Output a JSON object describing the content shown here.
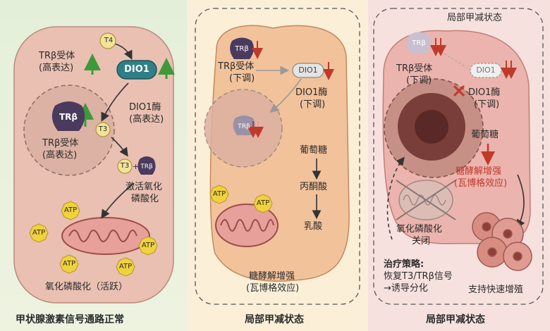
{
  "panel_normal": {
    "caption": "甲状腺激素信号通路正常",
    "receptor_label": "TRβ受体\n(高表达)",
    "receptor_label_l1": "TRβ受体",
    "receptor_label_l2": "(高表达)",
    "t4": "T4",
    "dio1": "DIO1",
    "dio1_enzyme_l1": "DIO1酶",
    "dio1_enzyme_l2": "(高表达)",
    "nucleus_trb": "TRβ",
    "t3": "T3",
    "nucleus_label_l1": "TRβ受体",
    "nucleus_label_l2": "(高表达)",
    "complex_t3": "T3",
    "complex_plus": "+",
    "complex_trb": "TRβ",
    "activate_l1": "激活氧化",
    "activate_l2": "磷酸化",
    "atp": "ATP",
    "mito_label": "氧化磷酸化（活跃）"
  },
  "panel_local": {
    "caption": "局部甲减状态",
    "trb": "TRβ",
    "receptor_l1": "TRβ受体",
    "receptor_l2": "(下调)",
    "dio1": "DIO1",
    "dio1_l1": "DIO1酶",
    "dio1_l2": "(下调)",
    "nucleus_trb": "TRβ",
    "glucose": "葡萄糖",
    "pyruvate": "丙酮酸",
    "lactate": "乳酸",
    "atp": "ATP",
    "glyco_l1": "糖酵解增强",
    "glyco_l2": "(瓦博格效应)"
  },
  "panel_tumor": {
    "header": "局部甲减状态",
    "caption": "局部甲减状态",
    "trb": "TRβ",
    "receptor_l1": "TRβ受体",
    "receptor_l2": "(下调)",
    "dio1": "DIO1",
    "dio1_l1": "DIO1酶",
    "dio1_l2": "(下调)",
    "glucose": "葡萄糖",
    "glyco_l1": "糖酵解增强",
    "glyco_l2": "(瓦博格效应)",
    "oxphos_l1": "氧化磷酸化",
    "oxphos_l2": "关闭",
    "therapy_title": "治疗策略:",
    "therapy_l1": "恢复T3/TRβ信号",
    "therapy_l2": "→诱导分化",
    "prolif": "支持快速增殖"
  },
  "colors": {
    "up_arrow": "#3d9a3a",
    "down_arrow": "#c0392b",
    "dio1_fill": "#2f7f86",
    "trb_fill": "#4a3a5e",
    "atp_fill": "#f0d23c",
    "mito_fill": "#e7a19a"
  }
}
